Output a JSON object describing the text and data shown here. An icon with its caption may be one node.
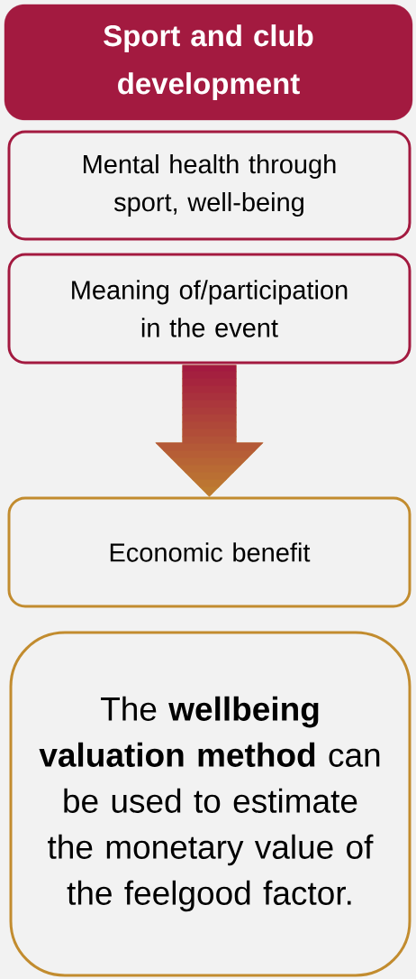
{
  "diagram": {
    "nodes": [
      {
        "text": [
          "Sport and club development"
        ]
      },
      {
        "text": [
          "Mental health through sport, well-being"
        ]
      },
      {
        "text": [
          "Meaning of/participation in the event"
        ]
      },
      {
        "text": [
          "Economic benefit"
        ]
      },
      {
        "text": [
          "The **wellbeing valuation method** can be used to estimate the monetary value of the feelgood factor."
        ]
      }
    ],
    "edges": [
      {
        "from": 2,
        "to": 3,
        "arrow": "to"
      }
    ]
  }
}
